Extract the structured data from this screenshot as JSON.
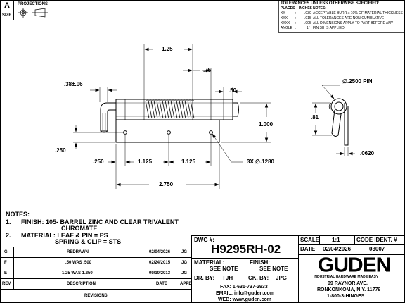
{
  "corner": {
    "size_label": "SIZE",
    "size_value": "A",
    "projections_label": "PROJECTIONS"
  },
  "tolerances": {
    "title": "TOLERANCES UNLESS OTHERWISE SPECIFIED:",
    "headers": [
      "PLACES",
      "INCHES",
      "NOTES:"
    ],
    "rows": [
      {
        "place": "XX",
        "sep": ":",
        "inches": ".030",
        "note": "ACCEPTABLE BURR ≤ 10% OF MATERIAL THICKNESS"
      },
      {
        "place": "XXX",
        "sep": ":",
        "inches": ".015",
        "note": "ALL TOLERANCES ARE NON-CUMULATIVE"
      },
      {
        "place": "XXXX",
        "sep": ":",
        "inches": ".005",
        "note": "ALL DIMENSIONS APPLY TO PART BEFORE ANY"
      },
      {
        "place": "ANGLE",
        "sep": ":",
        "inches": "1°",
        "note": "FINISH IS APPLIED"
      }
    ]
  },
  "dimensions": {
    "top_125": "1.25",
    "d_75": ".75",
    "d_50": ".50",
    "d_38": ".38±.06",
    "d_1000": "1.000",
    "d_250_left": ".250",
    "d_250_bottom": ".250",
    "d_1125_a": "1.125",
    "d_1125_b": "1.125",
    "hole": "3X ∅.1280",
    "d_2750": "2.750",
    "pin": "∅.2500 PIN",
    "d_81": ".81",
    "d_0620": ".0620"
  },
  "notes": {
    "title": "NOTES:",
    "n1_num": "1.",
    "n1_line1": "FINISH: 105- BARREL ZINC AND CLEAR TRIVALENT",
    "n1_line2": "CHROMATE",
    "n2_num": "2.",
    "n2_line1": "MATERIAL: LEAF & PIN = PS",
    "n2_line2": "SPRING & CLIP = STS"
  },
  "revisions": {
    "rows": [
      {
        "rev": "G",
        "desc": "REDRAWN",
        "date": "02/04/2026",
        "appd": "JG"
      },
      {
        "rev": "F",
        "desc": ".50 WAS .500",
        "date": "02/24/2015",
        "appd": "JG"
      },
      {
        "rev": "E",
        "desc": "1.25 WAS 1.250",
        "date": "09/10/2013",
        "appd": "JG"
      }
    ],
    "headers": {
      "rev": "REV.",
      "desc": "DESCRIPTION",
      "date": "DATE",
      "appd": "APPD"
    },
    "footer": "REVISIONS"
  },
  "title_block": {
    "dwg_label": "DWG #:",
    "dwg_number": "H9295RH-02",
    "scale_label": "SCALE",
    "scale_value": "1:1",
    "code_label": "CODE IDENT. #",
    "date_label": "DATE",
    "date_value": "02/04/2026",
    "code_value": "03007",
    "material_label": "MATERIAL:",
    "material_value": "SEE NOTE",
    "finish_label": "FINISH:",
    "finish_value": "SEE NOTE",
    "dr_by_label": "DR. BY:",
    "dr_by_value": "TJH",
    "ck_by_label": "CK. BY:",
    "ck_by_value": "JPG",
    "fax": "FAX: 1-631-737-2933",
    "email": "EMAIL: info@guden.com",
    "web": "WEB: www.guden.com",
    "logo": "GUDEN",
    "logo_sub": "INDUSTRIAL HARDWARE MADE EASY",
    "addr1": "99 RAYNOR AVE.",
    "addr2": "RONKONKOMA, N.Y. 11779",
    "addr3": "1-800-3-HINGES"
  }
}
